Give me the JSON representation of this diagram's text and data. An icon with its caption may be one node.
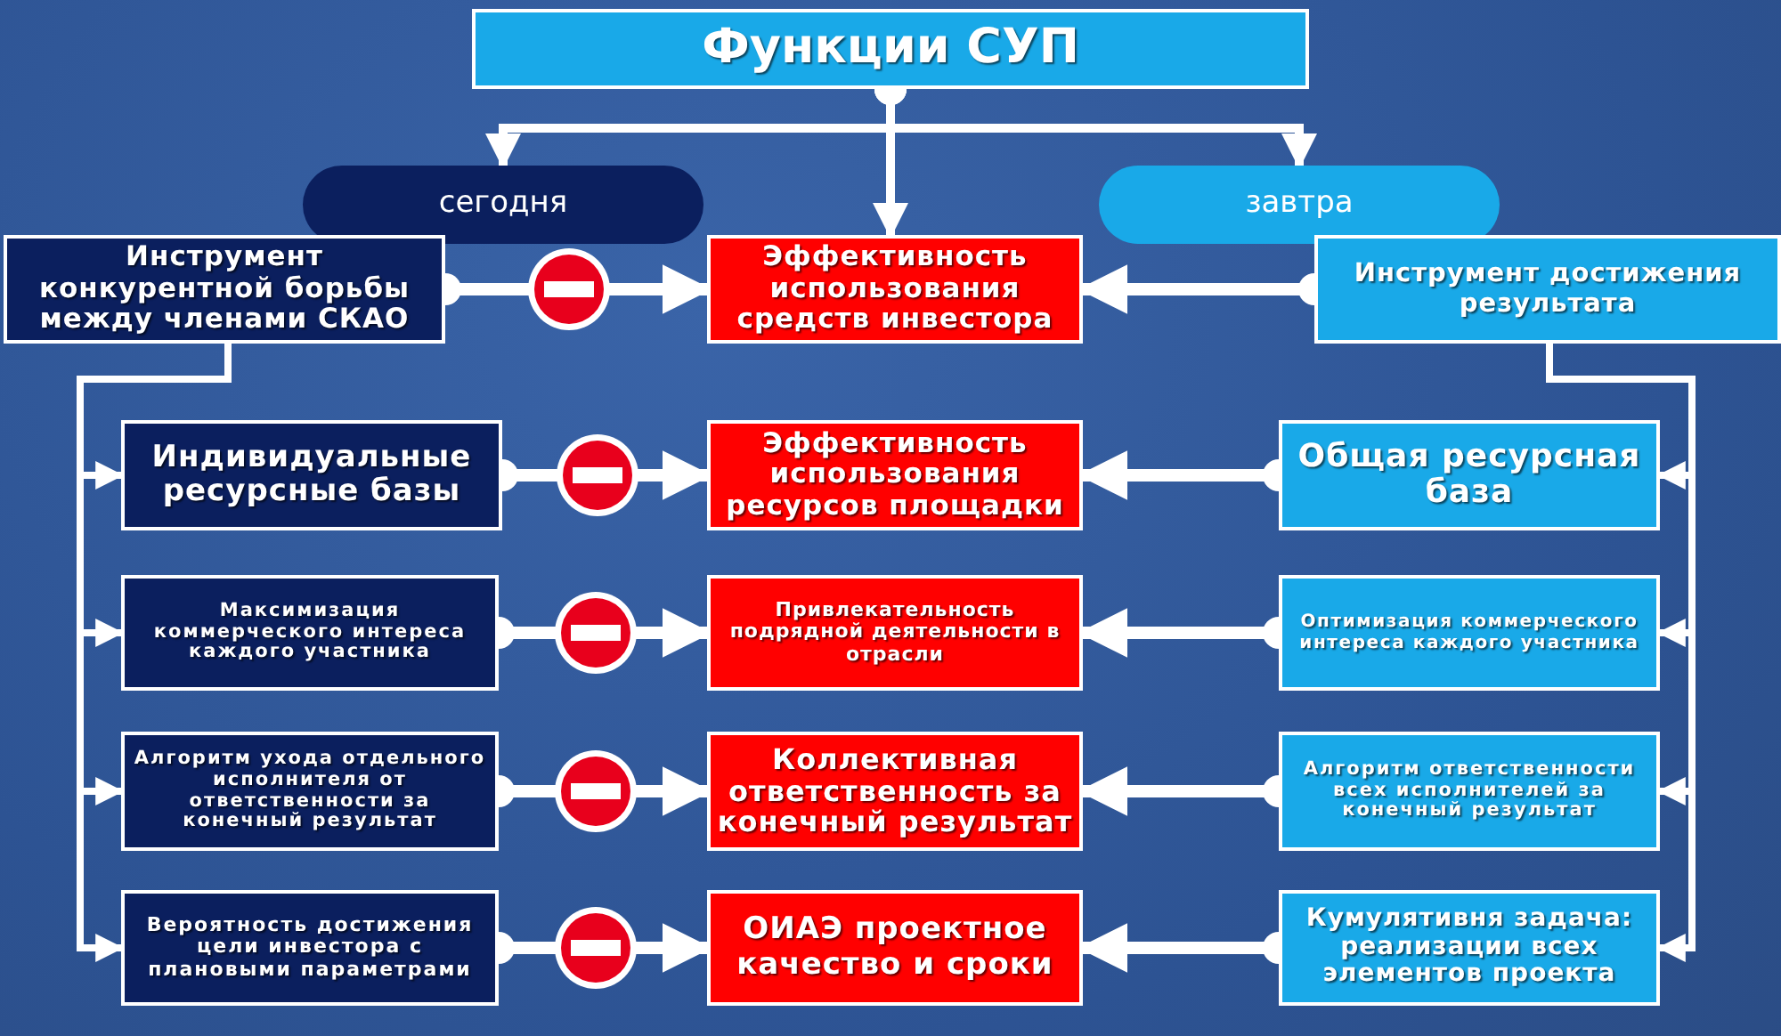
{
  "diagram": {
    "nodes": [
      {
        "text": [
          "Функции СУП"
        ]
      },
      {
        "text": [
          "сегодня"
        ]
      },
      {
        "text": [
          "завтра"
        ]
      },
      {
        "text": [
          "Инструмент конкурентной борьбы между членами СКАО"
        ]
      },
      {
        "text": [
          "Эффективность использования средств инвестора"
        ]
      },
      {
        "text": [
          "Инструмент достижения результата"
        ]
      },
      {
        "text": [
          "Индивидуальные ресурсные базы"
        ]
      },
      {
        "text": [
          "Эффективность использования ресурсов площадки"
        ]
      },
      {
        "text": [
          "Общая ресурсная база"
        ]
      },
      {
        "text": [
          "Максимизация коммерческого интереса каждого участника"
        ]
      },
      {
        "text": [
          "Привлекательность подрядной деятельности в отрасли"
        ]
      },
      {
        "text": [
          "Оптимизация коммерческого интереса каждого участника"
        ]
      },
      {
        "text": [
          "Алгоритм ухода отдельного исполнителя от ответственности за конечный результат"
        ]
      },
      {
        "text": [
          "Коллективная ответственность за конечный результат"
        ]
      },
      {
        "text": [
          "Алгоритм ответственности всех исполнителей за конечный результат"
        ]
      },
      {
        "text": [
          "Вероятность достижения цели инвестора с плановыми параметрами"
        ]
      },
      {
        "text": [
          "ОИАЭ проектное качество и сроки"
        ]
      },
      {
        "text": [
          "Кумулятивня задача: реализации всех элементов проекта"
        ]
      }
    ],
    "edges": [
      {
        "from": 0,
        "to": 1,
        "arrow": "to"
      },
      {
        "from": 0,
        "to": 4,
        "arrow": "to"
      },
      {
        "from": 0,
        "to": 2,
        "arrow": "to"
      },
      {
        "from": 3,
        "to": 4,
        "arrow": "to"
      },
      {
        "from": 5,
        "to": 4,
        "arrow": "to"
      },
      {
        "from": 3,
        "to": 6,
        "arrow": "to"
      },
      {
        "from": 3,
        "to": 9,
        "arrow": "to"
      },
      {
        "from": 3,
        "to": 12,
        "arrow": "to"
      },
      {
        "from": 3,
        "to": 15,
        "arrow": "to"
      },
      {
        "from": 5,
        "to": 8,
        "arrow": "to"
      },
      {
        "from": 5,
        "to": 11,
        "arrow": "to"
      },
      {
        "from": 5,
        "to": 14,
        "arrow": "to"
      },
      {
        "from": 5,
        "to": 17,
        "arrow": "to"
      },
      {
        "from": 6,
        "to": 7,
        "arrow": "to"
      },
      {
        "from": 8,
        "to": 7,
        "arrow": "to"
      },
      {
        "from": 9,
        "to": 10,
        "arrow": "to"
      },
      {
        "from": 11,
        "to": 10,
        "arrow": "to"
      },
      {
        "from": 12,
        "to": 13,
        "arrow": "to"
      },
      {
        "from": 14,
        "to": 13,
        "arrow": "to"
      },
      {
        "from": 15,
        "to": 16,
        "arrow": "to"
      },
      {
        "from": 17,
        "to": 16,
        "arrow": "to"
      }
    ]
  }
}
